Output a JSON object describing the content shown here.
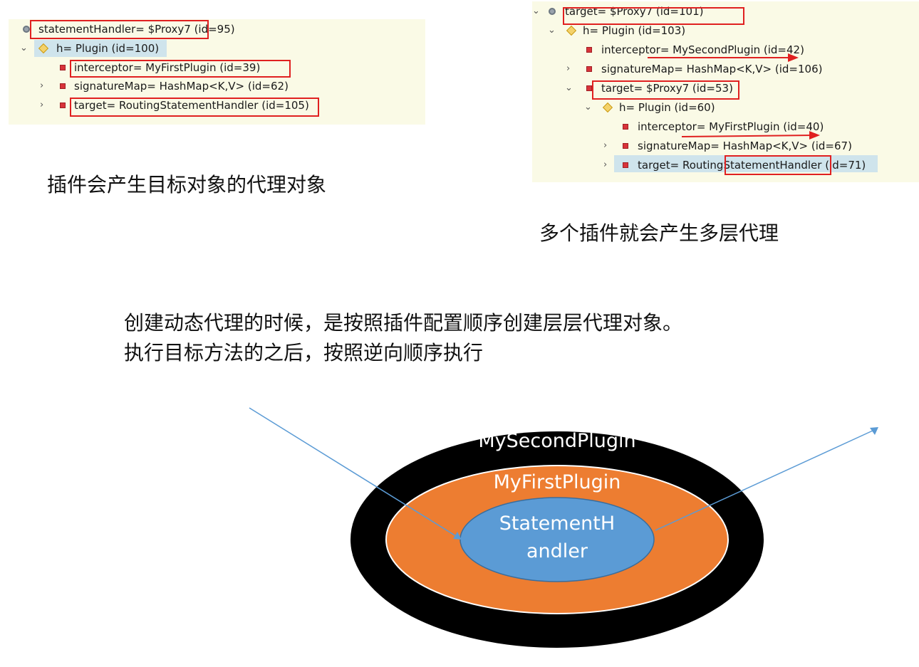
{
  "left_tree": {
    "rows": [
      {
        "text": "statementHandler= $Proxy7  (id=95)"
      },
      {
        "text": "h= Plugin  (id=100)"
      },
      {
        "text": "interceptor= MyFirstPlugin  (id=39)"
      },
      {
        "text": "signatureMap= HashMap<K,V>  (id=62)"
      },
      {
        "text": "target= RoutingStatementHandler  (id=105)"
      }
    ]
  },
  "right_tree": {
    "rows": [
      {
        "text": "target= $Proxy7  (id=101)"
      },
      {
        "text": "h= Plugin  (id=103)"
      },
      {
        "text": "interceptor= MySecondPlugin  (id=42)"
      },
      {
        "text": "signatureMap= HashMap<K,V>  (id=106)"
      },
      {
        "text": "target= $Proxy7  (id=53)"
      },
      {
        "text": "h= Plugin  (id=60)"
      },
      {
        "text": "interceptor= MyFirstPlugin  (id=40)"
      },
      {
        "text": "signatureMap= HashMap<K,V>  (id=67)"
      },
      {
        "text": "target= RoutingStatementHandler  (id=71)"
      }
    ]
  },
  "captions": {
    "left": "插件会产生目标对象的代理对象",
    "right": "多个插件就会产生多层代理",
    "desc_line1": "创建动态代理的时候，是按照插件配置顺序创建层层代理对象。",
    "desc_line2": "执行目标方法的之后，按照逆向顺序执行"
  },
  "diagram": {
    "outer_label": "MySecondPlugin",
    "middle_label": "MyFirstPlugin",
    "inner_label_line1": "StatementH",
    "inner_label_line2": "andler",
    "colors": {
      "outer": "#000000",
      "middle": "#ed7d31",
      "inner": "#5b9bd5",
      "arrow": "#5b9bd5",
      "highlight_box": "#e02020"
    }
  }
}
